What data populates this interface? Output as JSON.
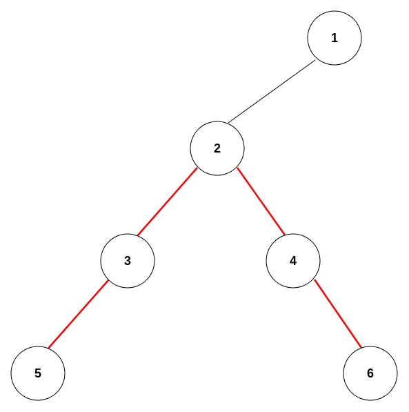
{
  "tree": {
    "nodes": [
      {
        "id": "n1",
        "label": "1"
      },
      {
        "id": "n2",
        "label": "2"
      },
      {
        "id": "n3",
        "label": "3"
      },
      {
        "id": "n4",
        "label": "4"
      },
      {
        "id": "n5",
        "label": "5"
      },
      {
        "id": "n6",
        "label": "6"
      }
    ],
    "edges": [
      {
        "from": "n1",
        "to": "n2",
        "highlighted": false
      },
      {
        "from": "n2",
        "to": "n3",
        "highlighted": true
      },
      {
        "from": "n2",
        "to": "n4",
        "highlighted": true
      },
      {
        "from": "n3",
        "to": "n5",
        "highlighted": true
      },
      {
        "from": "n4",
        "to": "n6",
        "highlighted": true
      }
    ]
  },
  "colors": {
    "highlight_edge": "#ff0000",
    "normal_edge": "#000000",
    "node_fill": "#ffffff",
    "node_stroke": "#000000"
  }
}
